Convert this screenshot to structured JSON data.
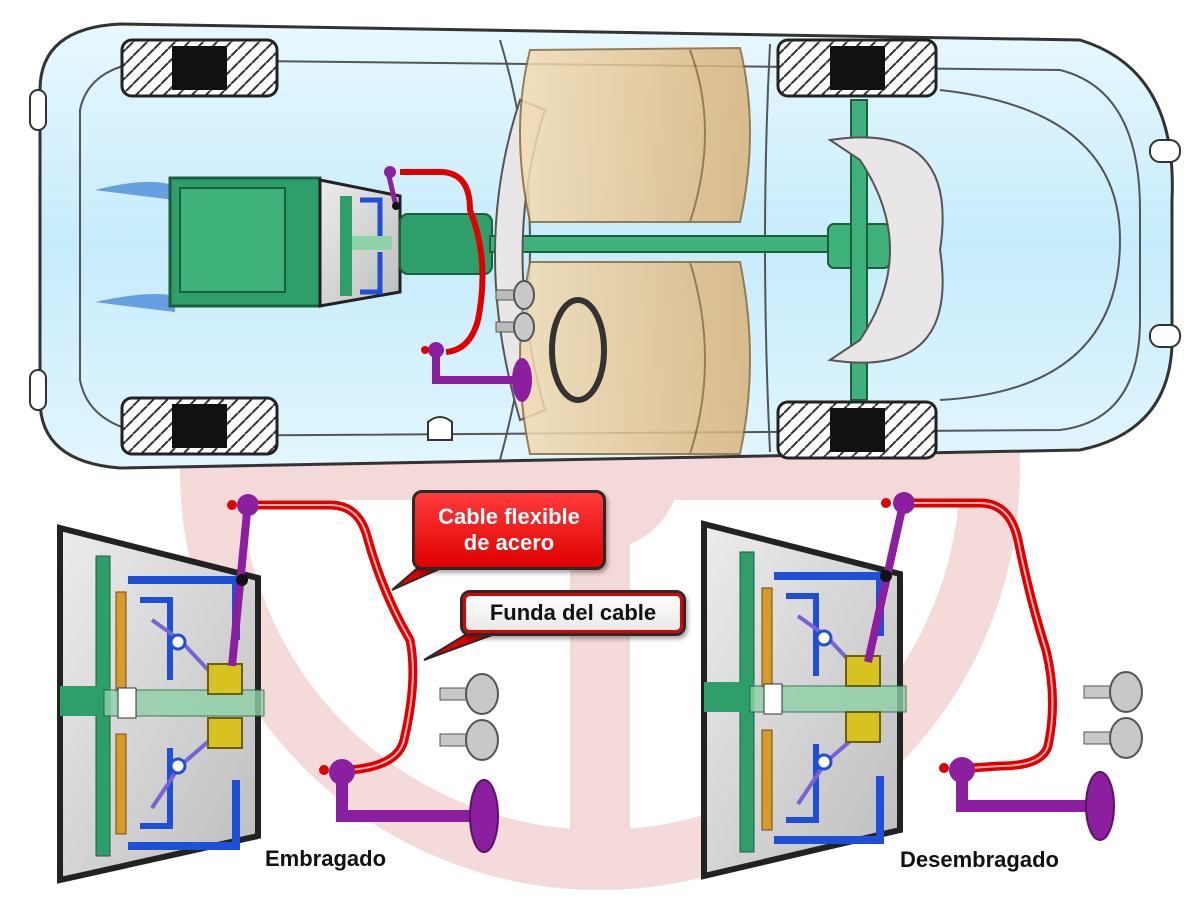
{
  "labels": {
    "cable": "Cable flexible de acero",
    "sheath": "Funda del cable",
    "engaged": "Embragado",
    "disengaged": "Desembragado"
  },
  "colors": {
    "car_body": "#cfeefc",
    "engine_green": "#2e9e6b",
    "cable_red": "#e00000",
    "lever_purple": "#8b1fa0",
    "seat_tan": "#e2c28e",
    "pedal_grey": "#b8b8b8",
    "housing_dark": "#222222"
  },
  "icons": {
    "background": "steering-wheel-watermark-icon"
  }
}
